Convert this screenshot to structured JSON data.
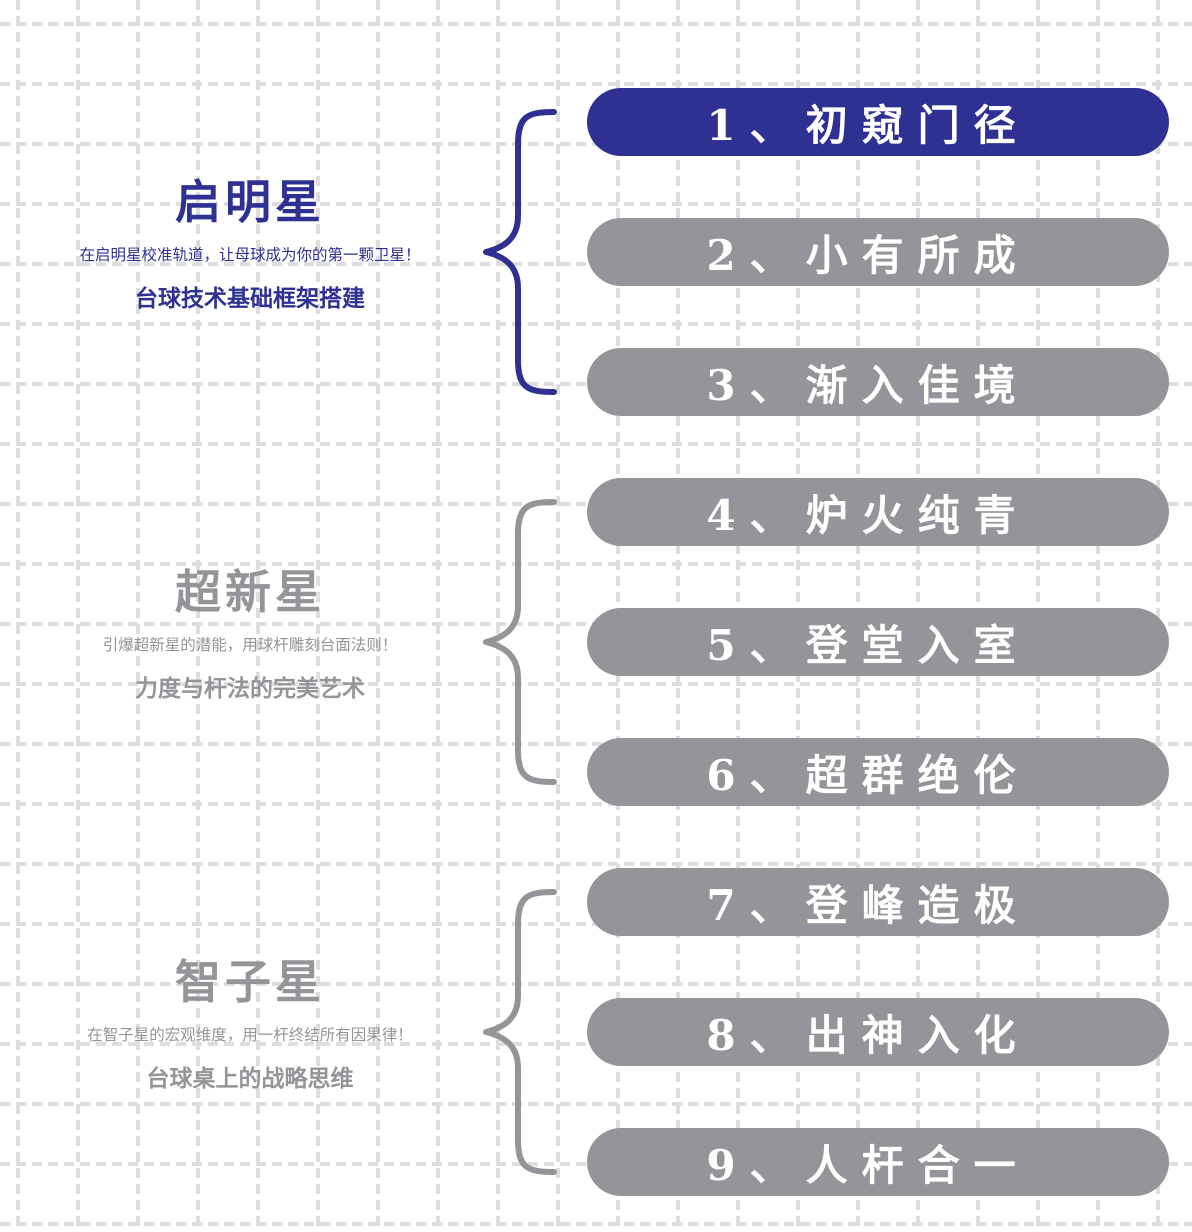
{
  "colors": {
    "active": "#2e3192",
    "inactive": "#949599",
    "grid": "#dedede"
  },
  "groups": [
    {
      "title": "启明星",
      "subtitle": "在启明星校准轨道，让母球成为你的第一颗卫星！",
      "tagline": "台球技术基础框架搭建",
      "active": true
    },
    {
      "title": "超新星",
      "subtitle": "引爆超新星的潜能，用球杆雕刻台面法则！",
      "tagline": "力度与杆法的完美艺术",
      "active": false
    },
    {
      "title": "智子星",
      "subtitle": "在智子星的宏观维度，用一杆终结所有因果律！",
      "tagline": "台球桌上的战略思维",
      "active": false
    }
  ],
  "levels": [
    {
      "label": "1、初窥门径",
      "active": true
    },
    {
      "label": "2、小有所成",
      "active": false
    },
    {
      "label": "3、渐入佳境",
      "active": false
    },
    {
      "label": "4、炉火纯青",
      "active": false
    },
    {
      "label": "5、登堂入室",
      "active": false
    },
    {
      "label": "6、超群绝伦",
      "active": false
    },
    {
      "label": "7、登峰造极",
      "active": false
    },
    {
      "label": "8、出神入化",
      "active": false
    },
    {
      "label": "9、人杆合一",
      "active": false
    }
  ]
}
